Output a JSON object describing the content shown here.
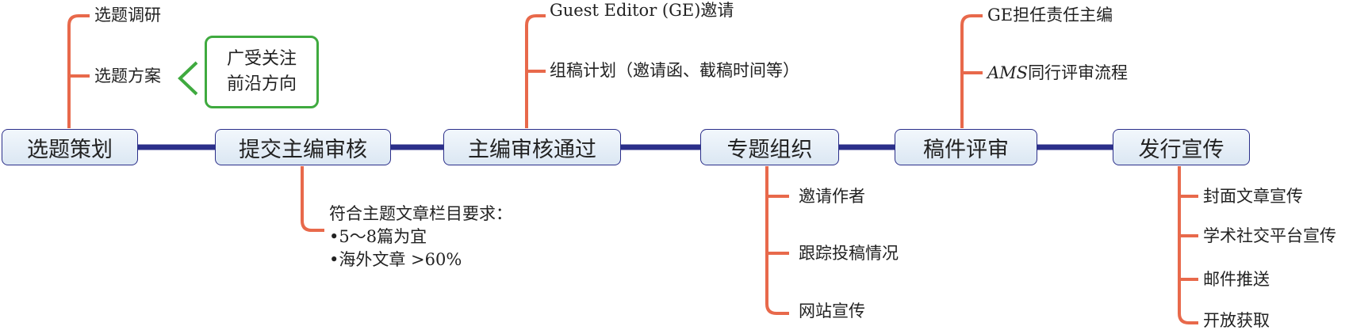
{
  "colors": {
    "main_line": "#2b2f8a",
    "branch_line": "#e8694b",
    "highlight": "#3faa3f",
    "node_border": "#2b2f8a"
  },
  "stages": [
    {
      "label": "选题策划"
    },
    {
      "label": "提交主编审核"
    },
    {
      "label": "主编审核通过"
    },
    {
      "label": "专题组织"
    },
    {
      "label": "稿件评审"
    },
    {
      "label": "发行宣传"
    }
  ],
  "topic_planning": {
    "items": [
      "选题调研",
      "选题方案"
    ],
    "highlight": [
      "广受关注",
      "前沿方向"
    ]
  },
  "submit_review": {
    "lines": [
      "符合主题文章栏目要求：",
      "•5～8篇为宜",
      "•海外文章 >60%"
    ]
  },
  "approved": {
    "items": [
      "Guest Editor (GE)邀请",
      "组稿计划（邀请函、截稿时间等）"
    ]
  },
  "organization": {
    "items": [
      "邀请作者",
      "跟踪投稿情况",
      "网站宣传"
    ]
  },
  "review": {
    "item1": "GE担任责任主编",
    "item2_italic": "AMS",
    "item2_rest": "同行评审流程"
  },
  "publicity": {
    "items": [
      "封面文章宣传",
      "学术社交平台宣传",
      "邮件推送",
      "开放获取"
    ]
  }
}
